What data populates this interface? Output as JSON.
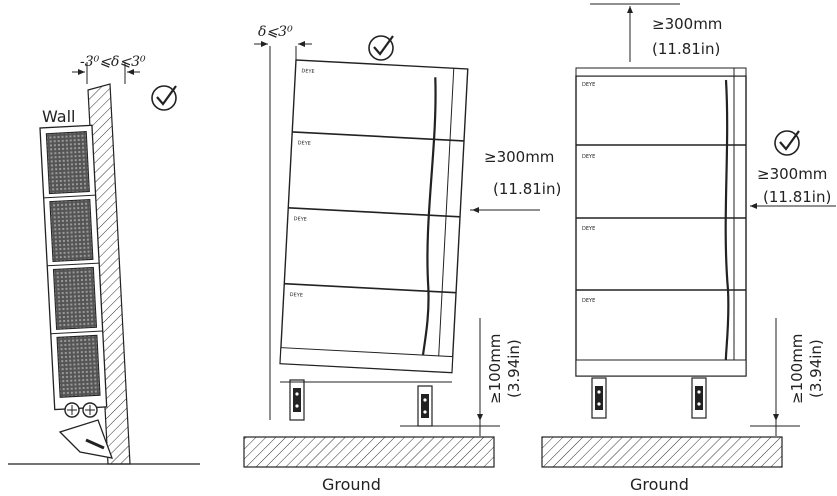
{
  "labels": {
    "wall": "Wall",
    "angle_range": "-3⁰⩽δ⩽3⁰",
    "angle_max": "δ⩽3⁰",
    "top_clearance": "≥300mm",
    "top_clearance_in": "(11.81in)",
    "side_clearance": "≥300mm",
    "side_clearance_in": "(11.81in)",
    "side_clearance_right": "≥300mm",
    "side_clearance_right_in": "(11.81in)",
    "bottom_clearance": "≥100mm",
    "bottom_clearance_in": "(3.94in)",
    "bottom_clearance_right": "≥100mm",
    "bottom_clearance_right_in": "(3.94in)",
    "ground_mid": "Ground",
    "ground_right": "Ground",
    "brand": "DEYE"
  },
  "icons": [
    "check-circle-icon",
    "check-circle-icon",
    "check-circle-icon"
  ],
  "colors": {
    "line": "#222222",
    "fill": "#ffffff"
  }
}
